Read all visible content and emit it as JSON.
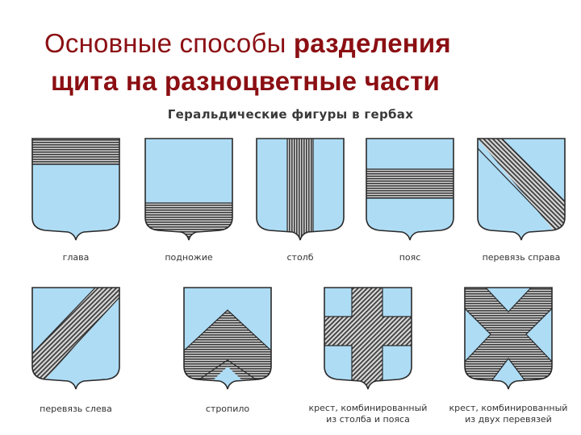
{
  "title": {
    "part1": "Основные способы ",
    "part1_bold": "разделения",
    "line2": "щита на разноцветные части"
  },
  "figures_heading": "Геральдические фигуры в гербах",
  "colors": {
    "title": "#8b0f13",
    "field": "#aedcf5",
    "hatch": "#3c3c3c",
    "outline": "#2a2a2a"
  },
  "shields": [
    {
      "id": "glava",
      "caption": "глава"
    },
    {
      "id": "podnozhie",
      "caption": "подножие"
    },
    {
      "id": "stolb",
      "caption": "столб"
    },
    {
      "id": "poyas",
      "caption": "пояс"
    },
    {
      "id": "perevyaz-sprava",
      "caption": "перевязь справа"
    },
    {
      "id": "perevyaz-sleva",
      "caption": "перевязь слева"
    },
    {
      "id": "stropilo",
      "caption": "стропило"
    },
    {
      "id": "krest-stolb-poyas",
      "caption_line1": "крест, комбинированный",
      "caption_line2": "из столба и пояса"
    },
    {
      "id": "krest-perevyazi",
      "caption_line1": "крест, комбинированный",
      "caption_line2": "из двух перевязей"
    }
  ]
}
